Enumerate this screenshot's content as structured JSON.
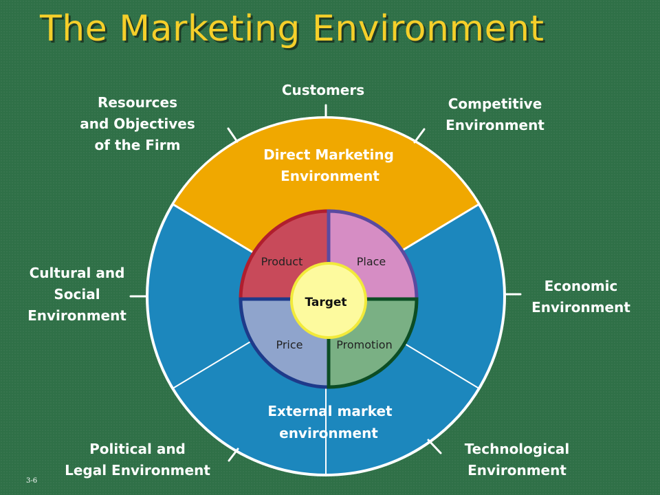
{
  "title": "The Marketing Environment",
  "slide_number": "3-6",
  "outer_factors": {
    "customers": "Customers",
    "competitive": "Competitive\nEnvironment",
    "resources": "Resources\nand Objectives\nof the Firm",
    "cultural": "Cultural and\nSocial\nEnvironment",
    "economic": "Economic\nEnvironment",
    "political": "Political and\nLegal Environment",
    "technological": "Technological\nEnvironment"
  },
  "rings": {
    "direct": [
      "Direct Marketing",
      "Environment"
    ],
    "external": [
      "External market",
      "environment"
    ]
  },
  "mix": {
    "product": "Product",
    "place": "Place",
    "price": "Price",
    "promotion": "Promotion"
  },
  "center": "Target",
  "colors": {
    "background": "#2f7047",
    "title": "#f5cf2a",
    "direct_ring": "#f0a800",
    "external_ring": "#1c87bd",
    "product": "#c84a5a",
    "place": "#d68dc4",
    "price": "#8fa4cc",
    "promotion": "#7ab084",
    "target": "#fdfa9e"
  }
}
